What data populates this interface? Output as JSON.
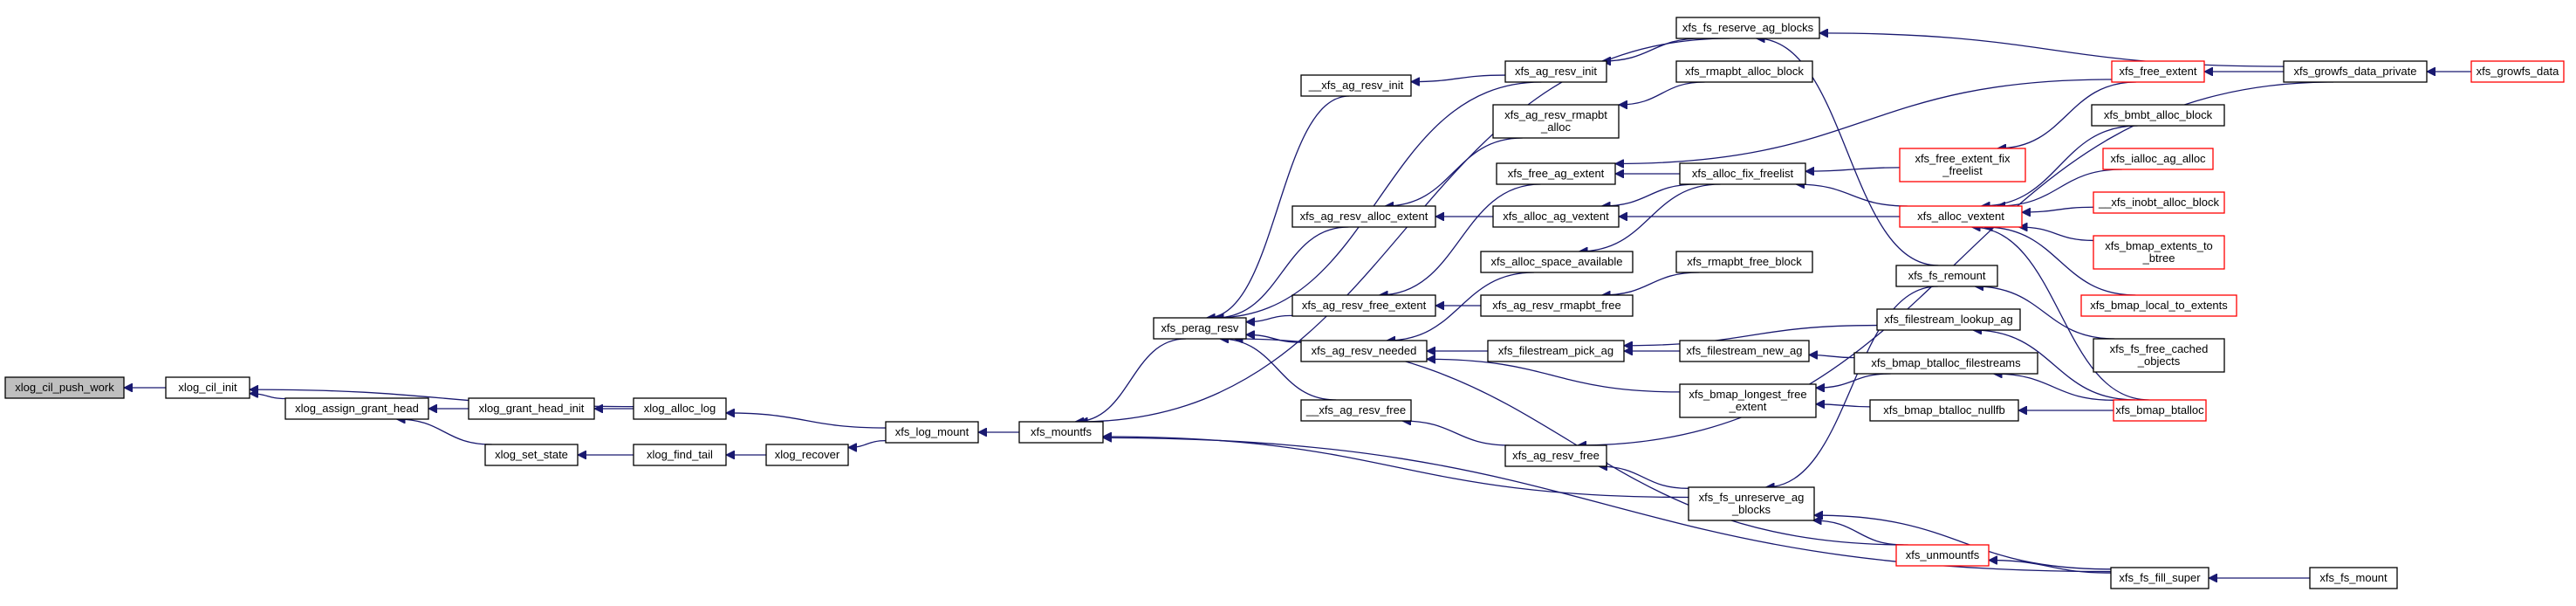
{
  "graph": {
    "nodes": [
      {
        "id": "xlog_cil_push_work",
        "lines": [
          "xlog_cil_push_work"
        ],
        "style": "start"
      },
      {
        "id": "xlog_cil_init",
        "lines": [
          "xlog_cil_init"
        ],
        "style": "normal"
      },
      {
        "id": "xlog_assign_grant_head",
        "lines": [
          "xlog_assign_grant_head"
        ],
        "style": "normal"
      },
      {
        "id": "xlog_grant_head_init",
        "lines": [
          "xlog_grant_head_init"
        ],
        "style": "normal"
      },
      {
        "id": "xlog_set_state",
        "lines": [
          "xlog_set_state"
        ],
        "style": "normal"
      },
      {
        "id": "xlog_alloc_log",
        "lines": [
          "xlog_alloc_log"
        ],
        "style": "normal"
      },
      {
        "id": "xlog_find_tail",
        "lines": [
          "xlog_find_tail"
        ],
        "style": "normal"
      },
      {
        "id": "xlog_recover",
        "lines": [
          "xlog_recover"
        ],
        "style": "normal"
      },
      {
        "id": "xfs_log_mount",
        "lines": [
          "xfs_log_mount"
        ],
        "style": "normal"
      },
      {
        "id": "xfs_mountfs",
        "lines": [
          "xfs_mountfs"
        ],
        "style": "normal"
      },
      {
        "id": "xfs_perag_resv",
        "lines": [
          "xfs_perag_resv"
        ],
        "style": "normal"
      },
      {
        "id": "__xfs_ag_resv_init",
        "lines": [
          "__xfs_ag_resv_init"
        ],
        "style": "normal"
      },
      {
        "id": "xfs_ag_resv_alloc_extent",
        "lines": [
          "xfs_ag_resv_alloc_extent"
        ],
        "style": "normal"
      },
      {
        "id": "xfs_ag_resv_free_extent",
        "lines": [
          "xfs_ag_resv_free_extent"
        ],
        "style": "normal"
      },
      {
        "id": "xfs_ag_resv_needed",
        "lines": [
          "xfs_ag_resv_needed"
        ],
        "style": "normal"
      },
      {
        "id": "__xfs_ag_resv_free",
        "lines": [
          "__xfs_ag_resv_free"
        ],
        "style": "normal"
      },
      {
        "id": "xfs_fs_reserve_ag_blocks",
        "lines": [
          "xfs_fs_reserve_ag_blocks"
        ],
        "style": "normal"
      },
      {
        "id": "xfs_ag_resv_init",
        "lines": [
          "xfs_ag_resv_init"
        ],
        "style": "normal"
      },
      {
        "id": "xfs_ag_resv_rmapbt_alloc",
        "lines": [
          "xfs_ag_resv_rmapbt",
          "_alloc"
        ],
        "style": "normal"
      },
      {
        "id": "xfs_free_ag_extent",
        "lines": [
          "xfs_free_ag_extent"
        ],
        "style": "normal"
      },
      {
        "id": "xfs_alloc_ag_vextent",
        "lines": [
          "xfs_alloc_ag_vextent"
        ],
        "style": "normal"
      },
      {
        "id": "xfs_alloc_space_available",
        "lines": [
          "xfs_alloc_space_available"
        ],
        "style": "normal"
      },
      {
        "id": "xfs_ag_resv_rmapbt_free",
        "lines": [
          "xfs_ag_resv_rmapbt_free"
        ],
        "style": "normal"
      },
      {
        "id": "xfs_filestream_pick_ag",
        "lines": [
          "xfs_filestream_pick_ag"
        ],
        "style": "normal"
      },
      {
        "id": "xfs_bmap_longest_free_extent",
        "lines": [
          "xfs_bmap_longest_free",
          "_extent"
        ],
        "style": "normal"
      },
      {
        "id": "xfs_ag_resv_free",
        "lines": [
          "xfs_ag_resv_free"
        ],
        "style": "normal"
      },
      {
        "id": "xfs_fs_unreserve_ag_blocks",
        "lines": [
          "xfs_fs_unreserve_ag",
          "_blocks"
        ],
        "style": "normal"
      },
      {
        "id": "xfs_rmapbt_alloc_block",
        "lines": [
          "xfs_rmapbt_alloc_block"
        ],
        "style": "normal"
      },
      {
        "id": "xfs_alloc_fix_freelist",
        "lines": [
          "xfs_alloc_fix_freelist"
        ],
        "style": "normal"
      },
      {
        "id": "xfs_rmapbt_free_block",
        "lines": [
          "xfs_rmapbt_free_block"
        ],
        "style": "normal"
      },
      {
        "id": "xfs_filestream_new_ag",
        "lines": [
          "xfs_filestream_new_ag"
        ],
        "style": "normal"
      },
      {
        "id": "xfs_filestream_lookup_ag",
        "lines": [
          "xfs_filestream_lookup_ag"
        ],
        "style": "normal"
      },
      {
        "id": "xfs_bmap_btalloc_filestreams",
        "lines": [
          "xfs_bmap_btalloc_filestreams"
        ],
        "style": "normal"
      },
      {
        "id": "xfs_bmap_btalloc_nullfb",
        "lines": [
          "xfs_bmap_btalloc_nullfb"
        ],
        "style": "normal"
      },
      {
        "id": "xfs_fs_remount",
        "lines": [
          "xfs_fs_remount"
        ],
        "style": "normal"
      },
      {
        "id": "xfs_unmountfs",
        "lines": [
          "xfs_unmountfs"
        ],
        "style": "red"
      },
      {
        "id": "xfs_free_extent",
        "lines": [
          "xfs_free_extent"
        ],
        "style": "red"
      },
      {
        "id": "xfs_free_extent_fix_freelist",
        "lines": [
          "xfs_free_extent_fix",
          "_freelist"
        ],
        "style": "red"
      },
      {
        "id": "xfs_alloc_vextent",
        "lines": [
          "xfs_alloc_vextent"
        ],
        "style": "red"
      },
      {
        "id": "xfs_bmbt_alloc_block",
        "lines": [
          "xfs_bmbt_alloc_block"
        ],
        "style": "normal"
      },
      {
        "id": "xfs_ialloc_ag_alloc",
        "lines": [
          "xfs_ialloc_ag_alloc"
        ],
        "style": "red"
      },
      {
        "id": "__xfs_inobt_alloc_block",
        "lines": [
          "__xfs_inobt_alloc_block"
        ],
        "style": "red"
      },
      {
        "id": "xfs_bmap_extents_to_btree",
        "lines": [
          "xfs_bmap_extents_to",
          "_btree"
        ],
        "style": "red"
      },
      {
        "id": "xfs_bmap_local_to_extents",
        "lines": [
          "xfs_bmap_local_to_extents"
        ],
        "style": "red"
      },
      {
        "id": "xfs_fs_free_cached_objects",
        "lines": [
          "xfs_fs_free_cached",
          "_objects"
        ],
        "style": "normal"
      },
      {
        "id": "xfs_bmap_btalloc",
        "lines": [
          "xfs_bmap_btalloc"
        ],
        "style": "red"
      },
      {
        "id": "xfs_growfs_data_private",
        "lines": [
          "xfs_growfs_data_private"
        ],
        "style": "normal"
      },
      {
        "id": "xfs_growfs_data",
        "lines": [
          "xfs_growfs_data"
        ],
        "style": "red"
      },
      {
        "id": "xfs_fs_fill_super",
        "lines": [
          "xfs_fs_fill_super"
        ],
        "style": "normal"
      },
      {
        "id": "xfs_fs_mount",
        "lines": [
          "xfs_fs_mount"
        ],
        "style": "normal"
      }
    ],
    "edges": [
      [
        "xlog_cil_init",
        "xlog_cil_push_work"
      ],
      [
        "xlog_alloc_log",
        "xlog_cil_init"
      ],
      [
        "xlog_assign_grant_head",
        "xlog_cil_init"
      ],
      [
        "xlog_grant_head_init",
        "xlog_assign_grant_head"
      ],
      [
        "xlog_set_state",
        "xlog_assign_grant_head"
      ],
      [
        "xlog_alloc_log",
        "xlog_grant_head_init"
      ],
      [
        "xlog_find_tail",
        "xlog_set_state"
      ],
      [
        "xfs_log_mount",
        "xlog_alloc_log"
      ],
      [
        "xlog_recover",
        "xlog_find_tail"
      ],
      [
        "xfs_log_mount",
        "xlog_recover"
      ],
      [
        "xfs_mountfs",
        "xfs_log_mount"
      ],
      [
        "xfs_perag_resv",
        "xfs_mountfs"
      ],
      [
        "xfs_fs_reserve_ag_blocks",
        "xfs_mountfs"
      ],
      [
        "xfs_fs_fill_super",
        "xfs_mountfs"
      ],
      [
        "xfs_fs_unreserve_ag_blocks",
        "xfs_mountfs"
      ],
      [
        "__xfs_ag_resv_init",
        "xfs_perag_resv"
      ],
      [
        "xfs_ag_resv_init",
        "xfs_perag_resv"
      ],
      [
        "xfs_ag_resv_alloc_extent",
        "xfs_perag_resv"
      ],
      [
        "xfs_ag_resv_free_extent",
        "xfs_perag_resv"
      ],
      [
        "xfs_ag_resv_needed",
        "xfs_perag_resv"
      ],
      [
        "__xfs_ag_resv_free",
        "xfs_perag_resv"
      ],
      [
        "xfs_unmountfs",
        "xfs_perag_resv"
      ],
      [
        "xfs_ag_resv_init",
        "__xfs_ag_resv_init"
      ],
      [
        "xfs_fs_reserve_ag_blocks",
        "xfs_ag_resv_init"
      ],
      [
        "xfs_ag_resv_rmapbt_alloc",
        "xfs_ag_resv_alloc_extent"
      ],
      [
        "xfs_alloc_ag_vextent",
        "xfs_ag_resv_alloc_extent"
      ],
      [
        "xfs_ag_resv_rmapbt_free",
        "xfs_ag_resv_free_extent"
      ],
      [
        "xfs_free_ag_extent",
        "xfs_ag_resv_free_extent"
      ],
      [
        "xfs_alloc_space_available",
        "xfs_ag_resv_needed"
      ],
      [
        "xfs_filestream_pick_ag",
        "xfs_ag_resv_needed"
      ],
      [
        "xfs_bmap_longest_free_extent",
        "xfs_ag_resv_needed"
      ],
      [
        "xfs_ag_resv_free",
        "__xfs_ag_resv_free"
      ],
      [
        "xfs_rmapbt_alloc_block",
        "xfs_ag_resv_rmapbt_alloc"
      ],
      [
        "xfs_alloc_fix_freelist",
        "xfs_free_ag_extent"
      ],
      [
        "xfs_free_extent",
        "xfs_free_ag_extent"
      ],
      [
        "xfs_alloc_fix_freelist",
        "xfs_alloc_ag_vextent"
      ],
      [
        "xfs_alloc_vextent",
        "xfs_alloc_ag_vextent"
      ],
      [
        "xfs_alloc_fix_freelist",
        "xfs_alloc_space_available"
      ],
      [
        "xfs_rmapbt_free_block",
        "xfs_ag_resv_rmapbt_free"
      ],
      [
        "xfs_filestream_lookup_ag",
        "xfs_filestream_pick_ag"
      ],
      [
        "xfs_filestream_new_ag",
        "xfs_filestream_pick_ag"
      ],
      [
        "xfs_bmap_btalloc_filestreams",
        "xfs_bmap_longest_free_extent"
      ],
      [
        "xfs_bmap_btalloc_nullfb",
        "xfs_bmap_longest_free_extent"
      ],
      [
        "xfs_fs_unreserve_ag_blocks",
        "xfs_ag_resv_free"
      ],
      [
        "xfs_growfs_data_private",
        "xfs_ag_resv_free"
      ],
      [
        "xfs_unmountfs",
        "xfs_fs_unreserve_ag_blocks"
      ],
      [
        "xfs_fs_fill_super",
        "xfs_unmountfs"
      ],
      [
        "xfs_growfs_data_private",
        "xfs_fs_reserve_ag_blocks"
      ],
      [
        "xfs_free_extent_fix_freelist",
        "xfs_alloc_fix_freelist"
      ],
      [
        "xfs_alloc_vextent",
        "xfs_alloc_fix_freelist"
      ],
      [
        "xfs_bmap_btalloc_filestreams",
        "xfs_filestream_new_ag"
      ],
      [
        "xfs_bmap_btalloc",
        "xfs_filestream_lookup_ag"
      ],
      [
        "xfs_bmap_btalloc",
        "xfs_bmap_btalloc_filestreams"
      ],
      [
        "xfs_bmap_btalloc",
        "xfs_bmap_btalloc_nullfb"
      ],
      [
        "xfs_fs_fill_super",
        "xfs_fs_unreserve_ag_blocks"
      ],
      [
        "xfs_fs_remount",
        "xfs_fs_reserve_ag_blocks"
      ],
      [
        "xfs_fs_remount",
        "xfs_fs_unreserve_ag_blocks"
      ],
      [
        "xfs_free_extent",
        "xfs_free_extent_fix_freelist"
      ],
      [
        "xfs_growfs_data_private",
        "xfs_free_extent"
      ],
      [
        "xfs_bmbt_alloc_block",
        "xfs_alloc_vextent"
      ],
      [
        "xfs_ialloc_ag_alloc",
        "xfs_alloc_vextent"
      ],
      [
        "__xfs_inobt_alloc_block",
        "xfs_alloc_vextent"
      ],
      [
        "xfs_bmap_extents_to_btree",
        "xfs_alloc_vextent"
      ],
      [
        "xfs_bmap_local_to_extents",
        "xfs_alloc_vextent"
      ],
      [
        "xfs_bmap_btalloc",
        "xfs_alloc_vextent"
      ],
      [
        "xfs_fs_free_cached_objects",
        "xfs_fs_remount"
      ],
      [
        "xfs_fs_mount",
        "xfs_fs_fill_super"
      ],
      [
        "xfs_growfs_data",
        "xfs_growfs_data_private"
      ]
    ]
  }
}
